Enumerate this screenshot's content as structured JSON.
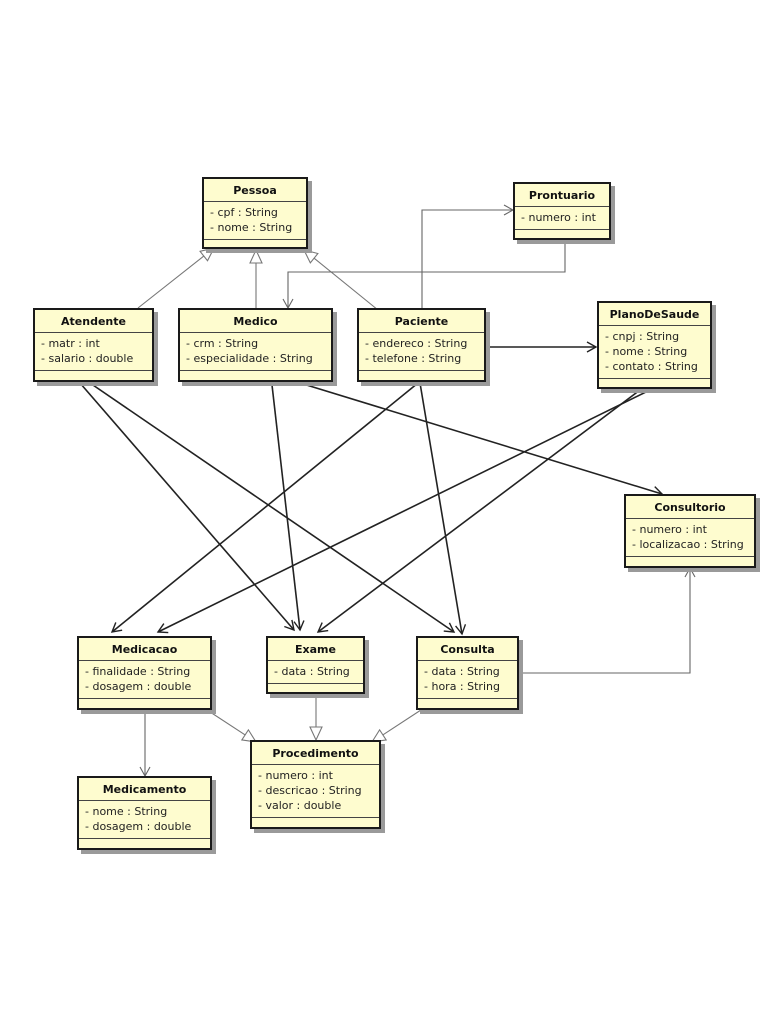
{
  "classes": {
    "pessoa": {
      "name": "Pessoa",
      "attrs": [
        "- cpf : String",
        "- nome : String"
      ]
    },
    "prontuario": {
      "name": "Prontuario",
      "attrs": [
        "- numero : int"
      ]
    },
    "atendente": {
      "name": "Atendente",
      "attrs": [
        "- matr : int",
        "- salario : double"
      ]
    },
    "medico": {
      "name": "Medico",
      "attrs": [
        "- crm : String",
        "- especialidade : String"
      ]
    },
    "paciente": {
      "name": "Paciente",
      "attrs": [
        "- endereco : String",
        "- telefone : String"
      ]
    },
    "planodesaude": {
      "name": "PlanoDeSaude",
      "attrs": [
        "- cnpj : String",
        "- nome : String",
        "- contato : String"
      ]
    },
    "consultorio": {
      "name": "Consultorio",
      "attrs": [
        "- numero : int",
        "- localizacao : String"
      ]
    },
    "medicacao": {
      "name": "Medicacao",
      "attrs": [
        "- finalidade : String",
        "- dosagem : double"
      ]
    },
    "exame": {
      "name": "Exame",
      "attrs": [
        "- data : String"
      ]
    },
    "consulta": {
      "name": "Consulta",
      "attrs": [
        "- data : String",
        "- hora : String"
      ]
    },
    "procedimento": {
      "name": "Procedimento",
      "attrs": [
        "- numero : int",
        "- descricao : String",
        "- valor : double"
      ]
    },
    "medicamento": {
      "name": "Medicamento",
      "attrs": [
        "- nome : String",
        "- dosagem : double"
      ]
    }
  },
  "relationships": [
    {
      "type": "generalization",
      "from": "Atendente",
      "to": "Pessoa"
    },
    {
      "type": "generalization",
      "from": "Medico",
      "to": "Pessoa"
    },
    {
      "type": "generalization",
      "from": "Paciente",
      "to": "Pessoa"
    },
    {
      "type": "generalization",
      "from": "Medicacao",
      "to": "Procedimento"
    },
    {
      "type": "generalization",
      "from": "Exame",
      "to": "Procedimento"
    },
    {
      "type": "generalization",
      "from": "Consulta",
      "to": "Procedimento"
    },
    {
      "type": "association",
      "from": "Paciente",
      "to": "Prontuario"
    },
    {
      "type": "association",
      "from": "Prontuario",
      "to": "Medico"
    },
    {
      "type": "association",
      "from": "Paciente",
      "to": "PlanoDeSaude"
    },
    {
      "type": "association",
      "from": "Consulta",
      "to": "Consultorio"
    },
    {
      "type": "association",
      "from": "Medicacao",
      "to": "Medicamento"
    },
    {
      "type": "association",
      "from": "Atendente",
      "to": "Exame"
    },
    {
      "type": "association",
      "from": "Atendente",
      "to": "Consulta"
    },
    {
      "type": "association",
      "from": "Medico",
      "to": "Exame"
    },
    {
      "type": "association",
      "from": "Medico",
      "to": "Consultorio"
    },
    {
      "type": "association",
      "from": "Paciente",
      "to": "Medicacao"
    },
    {
      "type": "association",
      "from": "Paciente",
      "to": "Consulta"
    },
    {
      "type": "association",
      "from": "PlanoDeSaude",
      "to": "Medicacao"
    },
    {
      "type": "association",
      "from": "PlanoDeSaude",
      "to": "Exame"
    }
  ]
}
